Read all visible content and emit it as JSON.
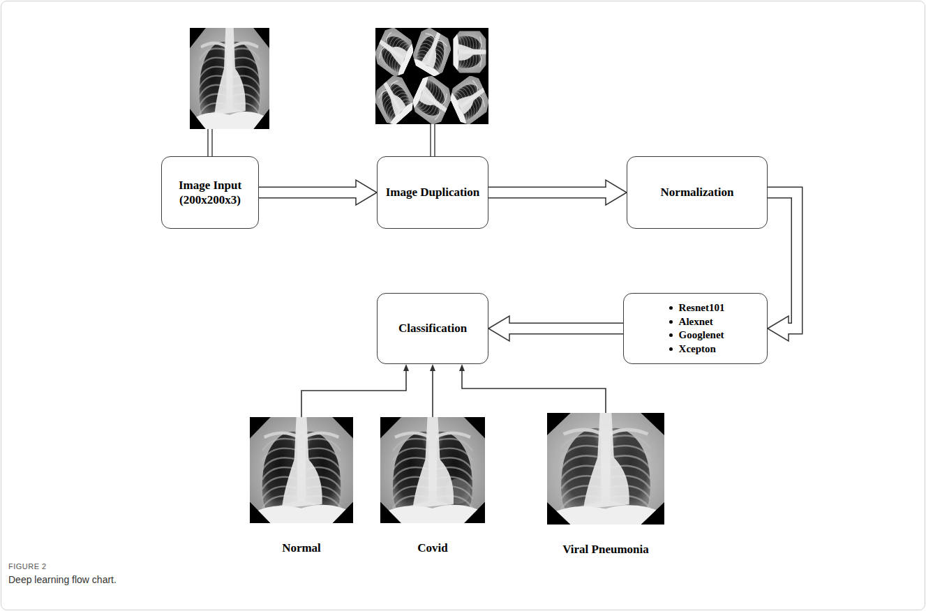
{
  "diagram": {
    "caption": "Deep learning flow chart.",
    "nodes": [
      {
        "text": [
          "Image Input (200x200x3)"
        ]
      },
      {
        "text": [
          "Image Duplication"
        ]
      },
      {
        "text": [
          "Normalization"
        ]
      },
      {
        "text": [
          "Resnet101",
          "Alexnet",
          "Googlenet",
          "Xcepton"
        ]
      },
      {
        "text": [
          "Classification"
        ]
      },
      {
        "text": [
          "Normal"
        ]
      },
      {
        "text": [
          "Covid"
        ]
      },
      {
        "text": [
          "Viral Pneumonia"
        ]
      }
    ],
    "edges": [
      {
        "from": 0,
        "to": 1,
        "arrow": "to"
      },
      {
        "from": 1,
        "to": 2,
        "arrow": "to"
      },
      {
        "from": 2,
        "to": 3,
        "arrow": "to"
      },
      {
        "from": 3,
        "to": 4,
        "arrow": "to"
      },
      {
        "from": 5,
        "to": 4,
        "arrow": "to"
      },
      {
        "from": 6,
        "to": 4,
        "arrow": "to"
      },
      {
        "from": 7,
        "to": 4,
        "arrow": "to"
      }
    ],
    "labels": [
      "FIGURE 2"
    ]
  }
}
